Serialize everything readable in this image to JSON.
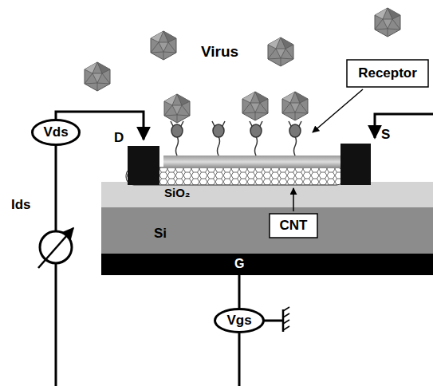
{
  "diagram": {
    "nodes": [
      {
        "text": [
          "Receptor"
        ]
      },
      {
        "text": [
          "CNT"
        ]
      },
      {
        "text": [
          "Vds"
        ]
      },
      {
        "text": [
          "Vgs"
        ]
      }
    ],
    "labels": [
      "Virus",
      "D",
      "S",
      "SiO₂",
      "Si",
      "G",
      "Ids"
    ]
  }
}
